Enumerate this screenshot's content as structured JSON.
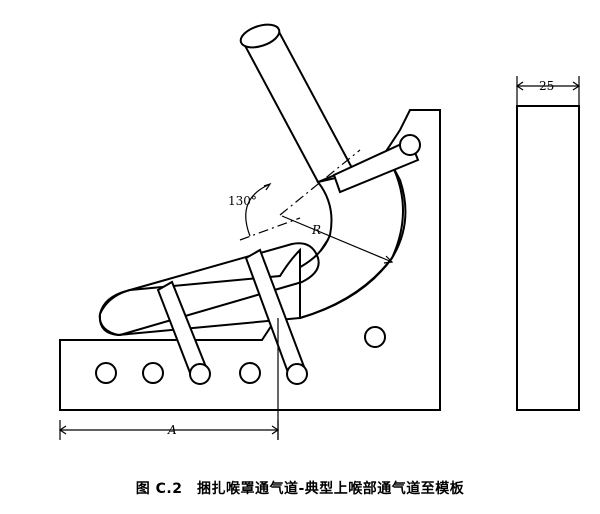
{
  "labels": {
    "angle": "130°",
    "radius": "R",
    "dimension_a": "A",
    "thickness": "25"
  },
  "caption": "图 C.2　捆扎喉罩通气道-典型上喉部通气道至模板"
}
